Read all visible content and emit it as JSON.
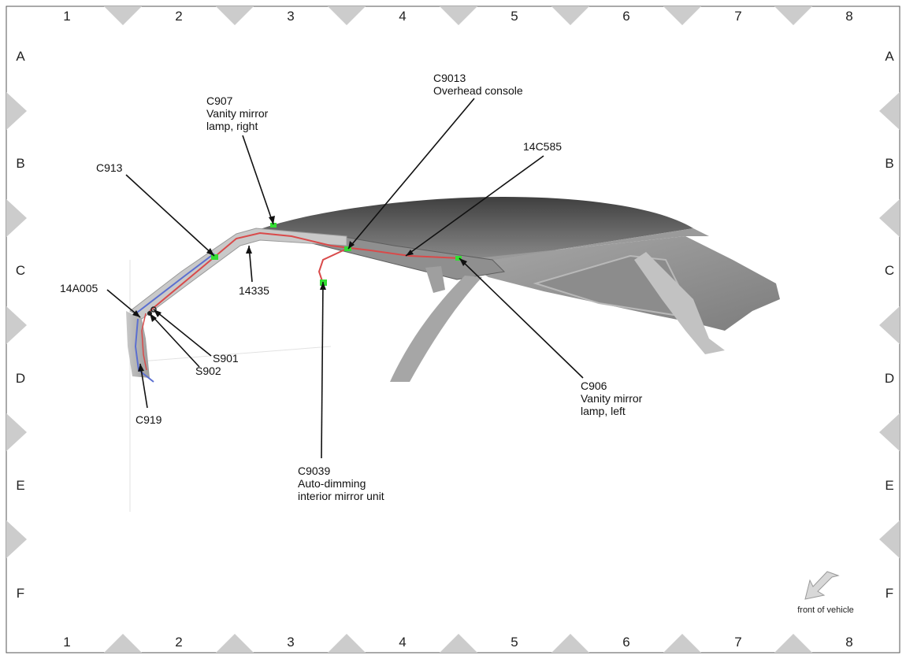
{
  "grid": {
    "columns": [
      "1",
      "2",
      "3",
      "4",
      "5",
      "6",
      "7",
      "8"
    ],
    "rows": [
      "A",
      "B",
      "C",
      "D",
      "E",
      "F"
    ]
  },
  "callouts": {
    "c907": [
      "C907",
      "Vanity mirror",
      "lamp, right"
    ],
    "c913": [
      "C913"
    ],
    "c9013": [
      "C9013",
      "Overhead console"
    ],
    "c14c585": [
      "14C585"
    ],
    "c14a005": [
      "14A005"
    ],
    "c14335": [
      "14335"
    ],
    "s901": [
      "S901"
    ],
    "s902": [
      "S902"
    ],
    "c919": [
      "C919"
    ],
    "c906": [
      "C906",
      "Vanity mirror",
      "lamp, left"
    ],
    "c9039": [
      "C9039",
      "Auto-dimming",
      "interior mirror unit"
    ]
  },
  "orientation": {
    "front_label": "front of vehicle",
    "arrow_icon": "front-arrow-icon"
  },
  "colors": {
    "frame": "#555555",
    "marker": "#cccccc",
    "roof_dark": "#4a4a4a",
    "roof_mid": "#9a9a9a",
    "pillar": "#b4b4b4",
    "harness_red": "#d94a4a",
    "harness_blue": "#5b6fd0",
    "connector_green": "#33dd33"
  }
}
